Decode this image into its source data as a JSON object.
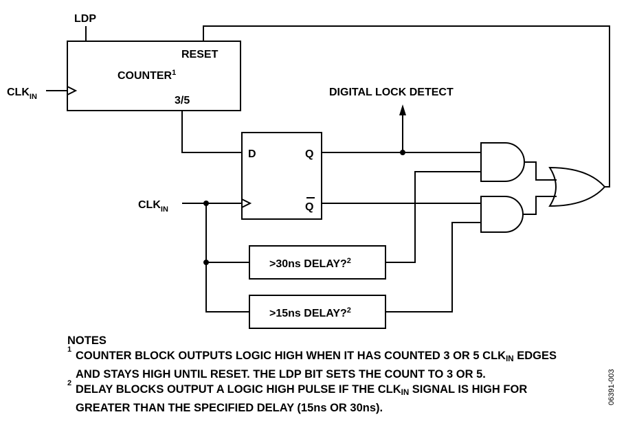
{
  "diagram": {
    "labels": {
      "ldp": "LDP",
      "reset": "RESET",
      "counter": "COUNTER",
      "counter_note": "1",
      "count_out": "3/5",
      "clk_main": "CLK",
      "clk_sub": "IN",
      "digital_lock_detect": "DIGITAL LOCK DETECT",
      "d_pin": "D",
      "q_pin": "Q",
      "qbar_pin": "Q",
      "delay30": ">30ns DELAY?",
      "delay15": ">15ns DELAY?",
      "delay_note": "2"
    },
    "notes": {
      "heading": "NOTES",
      "note1_num": "1",
      "note1_a": "COUNTER BLOCK OUTPUTS LOGIC HIGH WHEN IT HAS COUNTED 3 OR 5 CLK",
      "note1_sub": "IN",
      "note1_b": " EDGES AND STAYS HIGH UNTIL RESET. THE LDP BIT SETS THE COUNT TO 3 OR 5.",
      "note2_num": "2",
      "note2_a": "DELAY BLOCKS OUTPUT A LOGIC HIGH PULSE IF THE CLK",
      "note2_sub": "IN",
      "note2_b": " SIGNAL IS HIGH FOR GREATER THAN THE SPECIFIED DELAY (15ns OR 30ns)."
    },
    "doc_id": "06391-003"
  }
}
